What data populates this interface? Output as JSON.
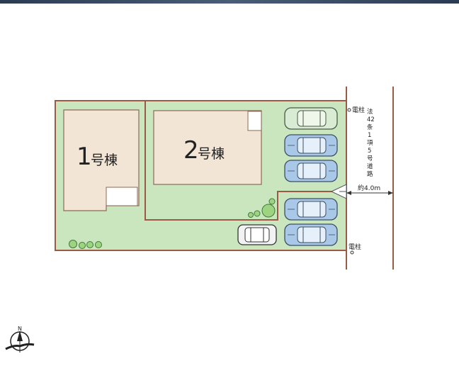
{
  "buildings": [
    {
      "number": "1",
      "suffix": "号棟"
    },
    {
      "number": "2",
      "suffix": "号棟"
    }
  ],
  "pole_label_top": "電柱",
  "pole_label_bottom": "電柱",
  "road_label": [
    "法",
    "42",
    "条",
    "1",
    "項",
    "5",
    "号",
    "道",
    "路"
  ],
  "road_width_label": "約4.0m",
  "compass_letter": "N",
  "colors": {
    "lot_green": "#c9e6bf",
    "building_fill": "#f3e5d6",
    "boundary": "#9b5a44",
    "car_blue": "#a9c8e8",
    "car_green": "#d7ecd2",
    "car_white": "#f2f2f2"
  },
  "icons": [
    "car-icon",
    "shrub-icon",
    "compass-icon"
  ]
}
